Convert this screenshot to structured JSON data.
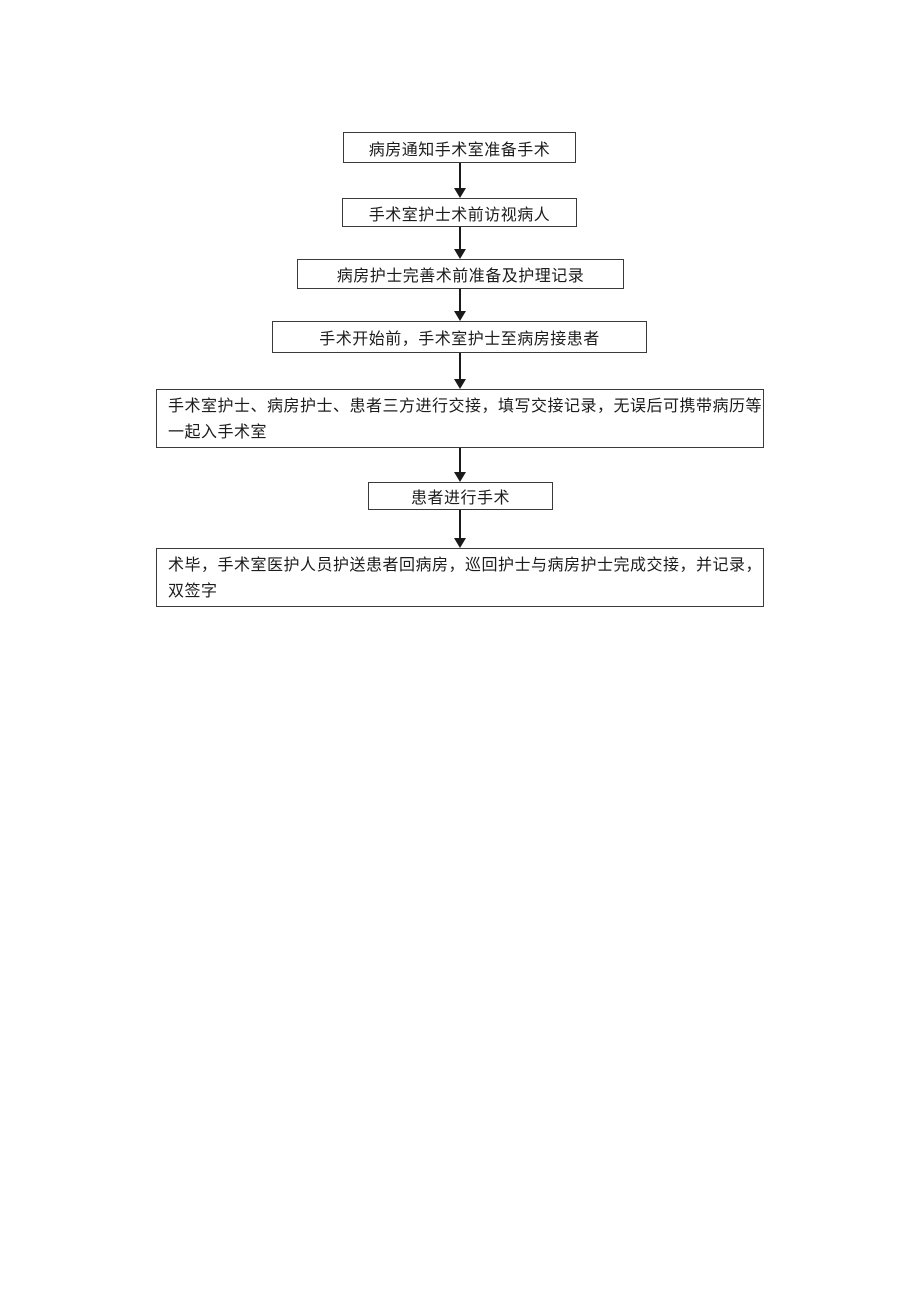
{
  "colors": {
    "bg": "#ffffff",
    "border": "#3a3a3a",
    "text": "#1c1c1c",
    "arrow": "#1a1a1a"
  },
  "flowchart": {
    "type": "vertical-process-flow",
    "nodes": [
      {
        "lines": [
          "病房通知手术室准备手术"
        ]
      },
      {
        "lines": [
          "手术室护士术前访视病人"
        ]
      },
      {
        "lines": [
          "病房护士完善术前准备及护理记录"
        ]
      },
      {
        "lines": [
          "手术开始前，手术室护士至病房接患者"
        ]
      },
      {
        "lines": [
          "手术室护士、病房护士、患者三方进行交接，填写交接记录，无误后可携带病历等",
          "一起入手术室"
        ]
      },
      {
        "lines": [
          "患者进行手术"
        ]
      },
      {
        "lines": [
          "术毕，手术室医护人员护送患者回病房，巡回护士与病房护士完成交接，并记录，",
          "双签字"
        ]
      }
    ]
  }
}
